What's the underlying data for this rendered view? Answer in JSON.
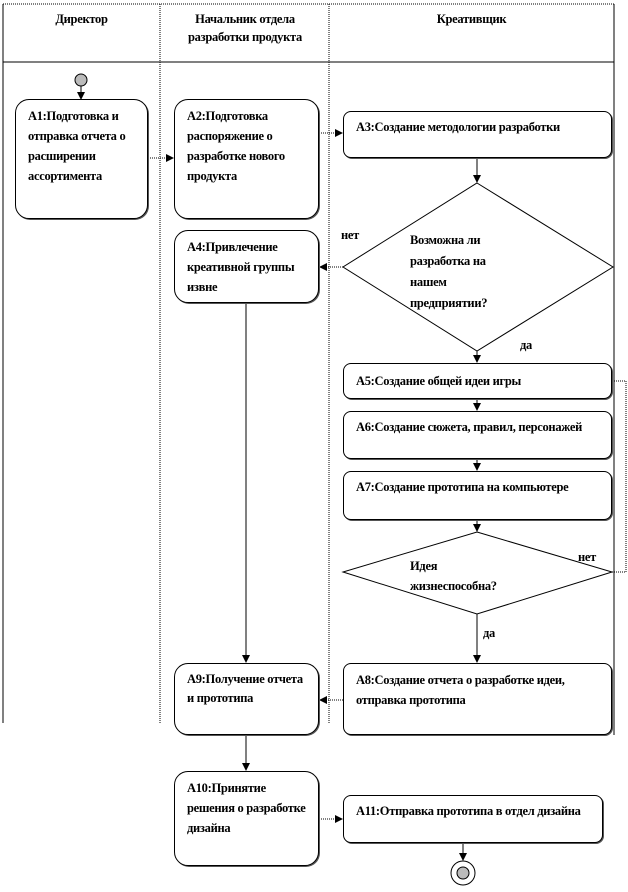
{
  "lanes": [
    "Директор",
    "Начальник отдела разработки продукта",
    "Креативщик"
  ],
  "activities": {
    "a1": "A1:Подготовка и отправка отчета о расширении ассортимента",
    "a2": "A2:Подготовка распоряжение о разработке нового продукта",
    "a3": "A3:Создание методологии разработки",
    "a4": "A4:Привлечение креативной группы извне",
    "a5": "A5:Создание общей идеи игры",
    "a6": "A6:Создание сюжета, правил, персонажей",
    "a7": "A7:Создание прототипа на компьютере",
    "a8": "A8:Создание отчета о разработке идеи, отправка прототипа",
    "a9": "A9:Получение отчета и прототипа",
    "a10": "A10:Принятие решения о разработке дизайна",
    "a11": "A11:Отправка прототипа в отдел дизайна"
  },
  "decisions": {
    "d1": "Возможна ли разработка на нашем предприятии?",
    "d2": "Идея жизнеспособна?"
  },
  "guards": {
    "d1_no": "нет",
    "d1_yes": "да",
    "d2_no": "нет",
    "d2_yes": "да"
  }
}
